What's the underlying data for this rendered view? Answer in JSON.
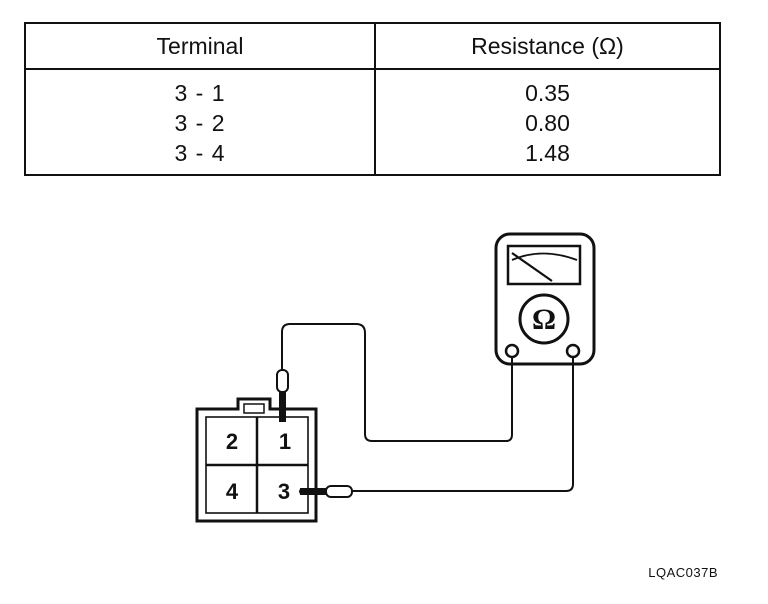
{
  "table": {
    "headers": [
      "Terminal",
      "Resistance (Ω)"
    ],
    "rows": [
      {
        "terminal": "3 - 1",
        "resistance": "0.35"
      },
      {
        "terminal": "3 - 2",
        "resistance": "0.80"
      },
      {
        "terminal": "3 - 4",
        "resistance": "1.48"
      }
    ]
  },
  "meter": {
    "symbol": "Ω",
    "icon": "ohmmeter-icon"
  },
  "connector": {
    "pins": [
      "2",
      "1",
      "4",
      "3"
    ]
  },
  "figure_code": "LQAC037B"
}
